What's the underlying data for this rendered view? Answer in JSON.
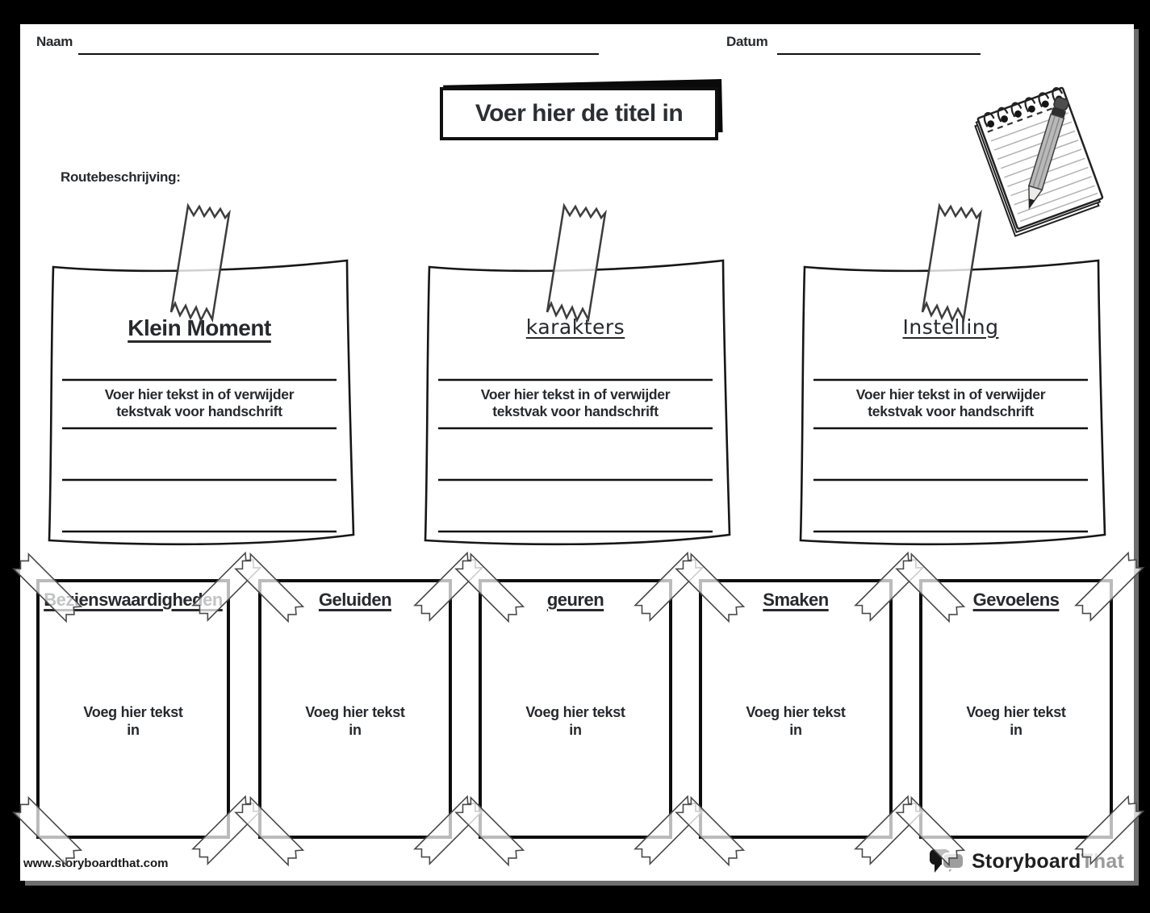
{
  "header": {
    "name_label": "Naam",
    "date_label": "Datum",
    "title_text": "Voer hier de titel in",
    "directions_label": "Routebeschrijving:"
  },
  "notes": [
    {
      "title": "Klein Moment",
      "style": "print",
      "body": "Voer hier tekst in of verwijder tekstvak voor handschrift"
    },
    {
      "title": "karakters",
      "style": "handwriting",
      "body": "Voer hier tekst in of verwijder tekstvak voor handschrift"
    },
    {
      "title": "Instelling",
      "style": "handwriting",
      "body": "Voer hier tekst in of verwijder tekstvak voor handschrift"
    }
  ],
  "cards": [
    {
      "title": "Bezienswaardigheden",
      "body": "Voeg hier tekst in"
    },
    {
      "title": "Geluiden",
      "body": "Voeg hier tekst in"
    },
    {
      "title": "geuren",
      "body": "Voeg hier tekst in"
    },
    {
      "title": "Smaken",
      "body": "Voeg hier tekst in"
    },
    {
      "title": "Gevoelens",
      "body": "Voeg hier tekst in"
    }
  ],
  "footer": {
    "website": "www.storyboardthat.com",
    "logo_primary": "Storyboard",
    "logo_secondary": "That"
  },
  "icons": {
    "notepad": "notepad-pencil-icon",
    "tape_vertical": "tape-strip-icon",
    "tape_corner": "corner-tape-icon",
    "logo_bubbles": "speech-bubbles-icon"
  },
  "colors": {
    "frame": "#000000",
    "page_bg": "#ffffff",
    "ink": "#26292d",
    "tape_stroke": "#3d3d3d",
    "logo_gray": "#9a9a9a"
  }
}
